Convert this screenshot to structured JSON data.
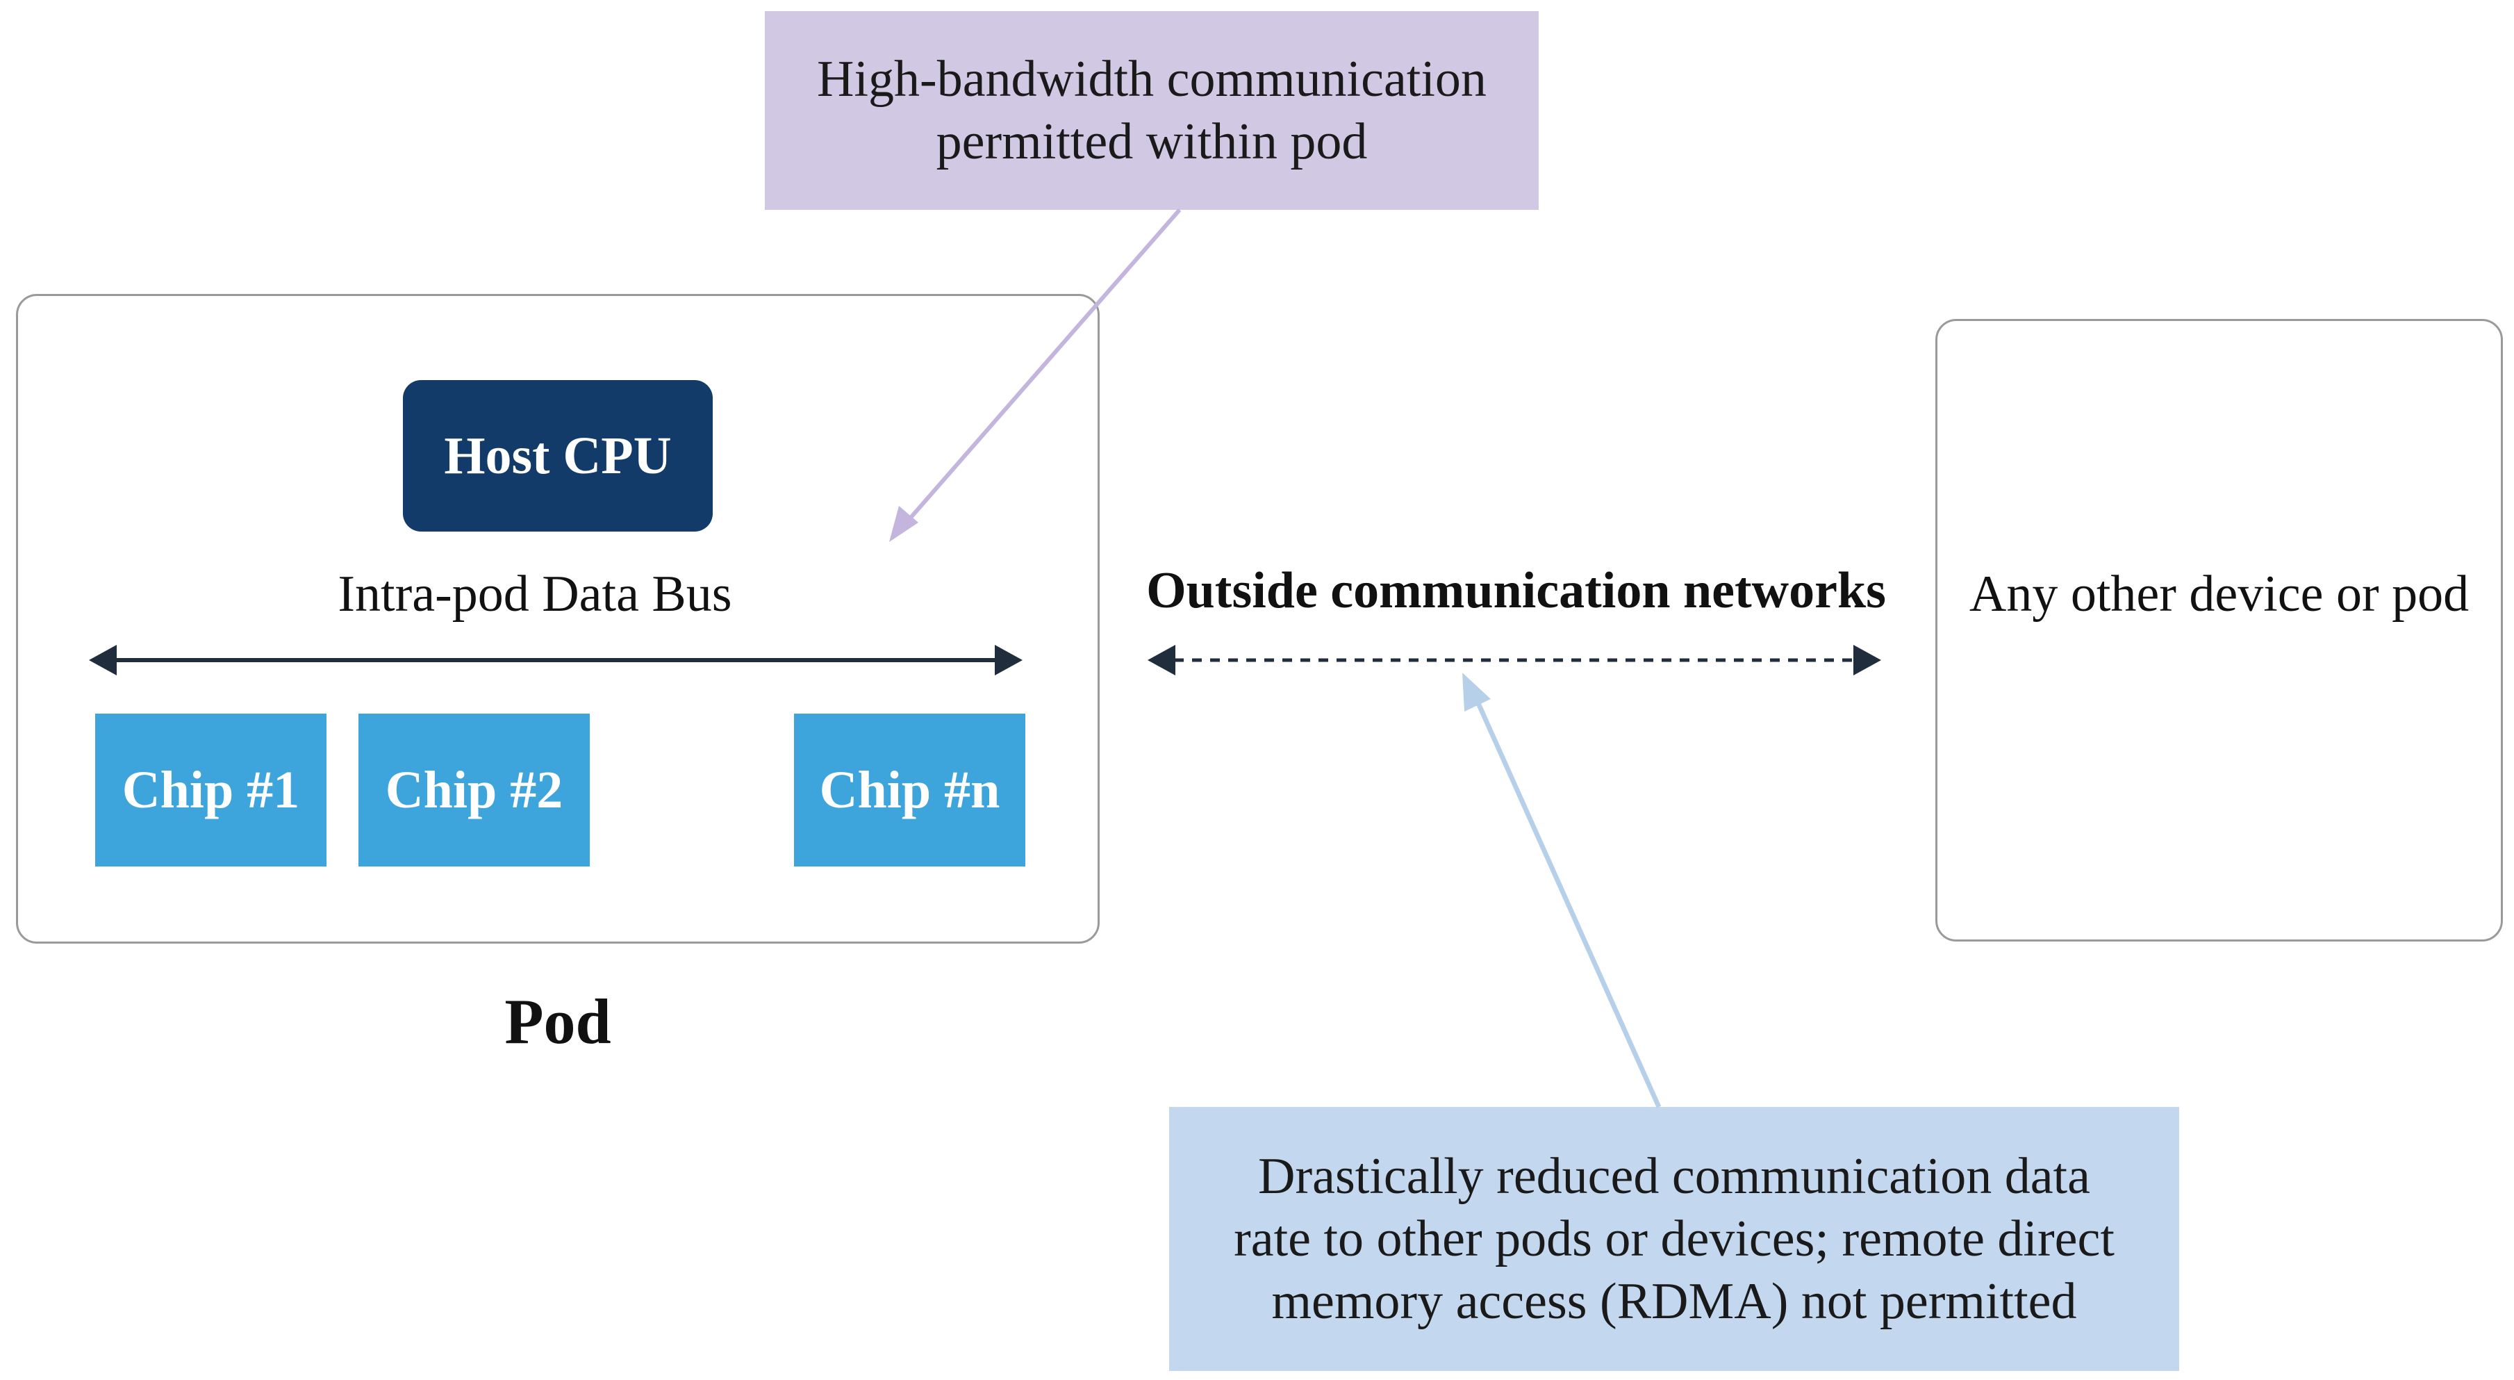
{
  "callouts": {
    "high_bandwidth": {
      "line1": "High-bandwidth communication",
      "line2": "permitted within pod"
    },
    "reduced_rate": {
      "line1": "Drastically reduced communication data",
      "line2": "rate to other pods or devices; remote direct",
      "line3": "memory access (RDMA) not permitted"
    }
  },
  "pod": {
    "host_cpu": "Host CPU",
    "bus_label": "Intra-pod Data Bus",
    "chips": [
      "Chip #1",
      "Chip #2",
      "Chip #n"
    ],
    "label": "Pod"
  },
  "outside_networks_label": "Outside communication networks",
  "other_device_label": "Any other device or pod",
  "colors": {
    "purple_callout": "#d1c9e4",
    "blue_callout": "#c3d8ef",
    "host_cpu": "#133b69",
    "chip": "#3ea5dc",
    "arrow_dark": "#1f2d3d",
    "purple_arrow": "#c4b5df",
    "blue_arrow": "#b7d0ea"
  }
}
